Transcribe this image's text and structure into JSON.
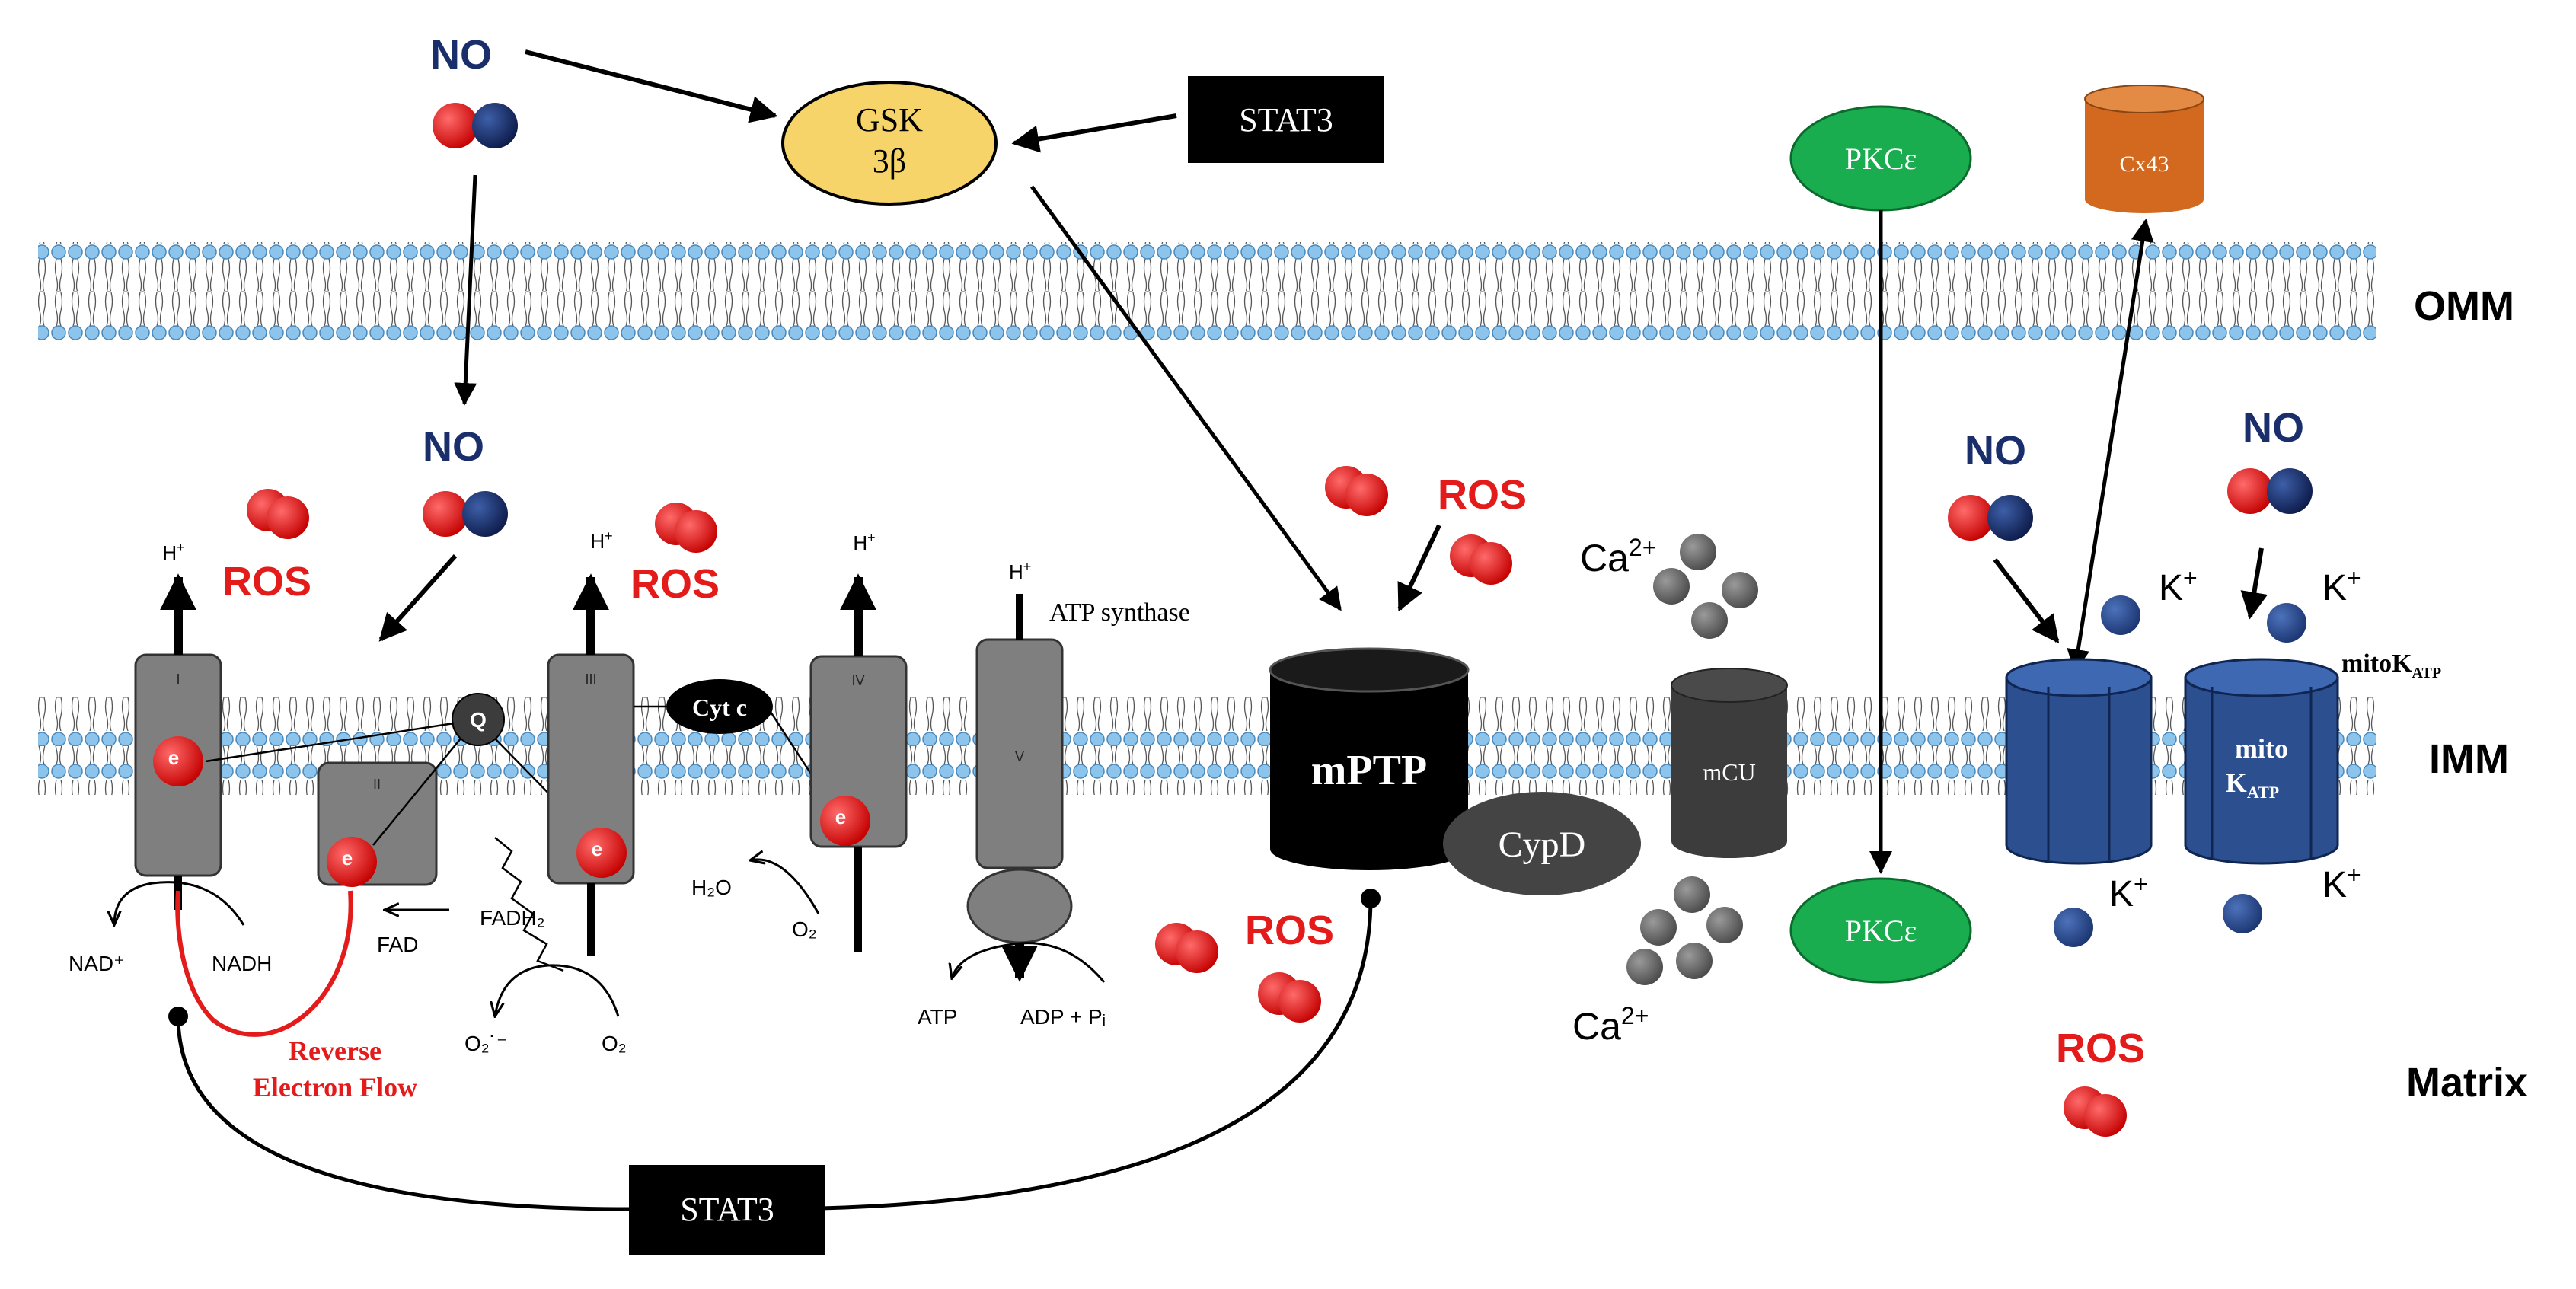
{
  "labels": {
    "no": "NO",
    "ros": "ROS",
    "gsk_line1": "GSK",
    "gsk_line2": "3β",
    "stat3": "STAT3",
    "pkc": "PKCε",
    "cx43": "Cx43",
    "omm": "OMM",
    "imm": "IMM",
    "matrix": "Matrix",
    "mptp": "mPTP",
    "cypd": "CypD",
    "mcu": "mCU",
    "mitokatp_top": "mito",
    "mitokatp_k": "K",
    "mitokatp_sub": "ATP",
    "mitokatp_label_main": "mitoK",
    "ca_base": "Ca",
    "ca_sup": "2+",
    "k_base": "K",
    "k_sup": "+",
    "h_base": "H",
    "h_sup": "+",
    "atp_synthase": "ATP synthase",
    "cyt_c": "Cyt c",
    "q": "Q",
    "complex_i": "I",
    "complex_ii": "II",
    "complex_iii": "III",
    "complex_iv": "IV",
    "complex_v": "V",
    "electron": "e",
    "electron_sup": "-",
    "nad": "NAD⁺",
    "nadh": "NADH",
    "fad": "FAD",
    "fadh2": "FADH₂",
    "o2_superoxide": "O₂˙⁻",
    "o2": "O₂",
    "h2o": "H₂O",
    "atp": "ATP",
    "adp_pi": "ADP + Pᵢ",
    "reverse_line1": "Reverse",
    "reverse_line2": "Electron Flow"
  },
  "colors": {
    "no_blue": "#1a2e6b",
    "ros_red": "#e31b1b",
    "gsk_yellow": "#f7d46a",
    "pkc_green": "#1aad4f",
    "cx43_orange": "#d2691e",
    "channel_blue": "#2c4f8f",
    "complex_gray": "#7f7f7f",
    "lipid_head": "#8cc4ec"
  }
}
